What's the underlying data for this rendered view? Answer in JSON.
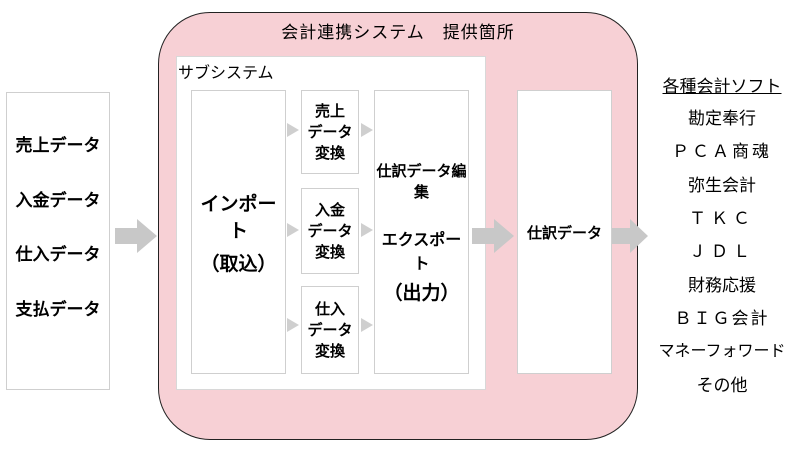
{
  "diagram": {
    "system_title": "会計連携システム　提供箇所",
    "subsystem_label": "サブシステム",
    "source_items": [
      "売上データ",
      "入金データ",
      "仕入データ",
      "支払データ"
    ],
    "import_box": {
      "line1": "インポート",
      "line2": "（取込）"
    },
    "convert_boxes": [
      {
        "line1": "売上",
        "line2": "データ",
        "line3": "変換"
      },
      {
        "line1": "入金",
        "line2": "データ",
        "line3": "変換"
      },
      {
        "line1": "仕入",
        "line2": "データ",
        "line3": "変換"
      }
    ],
    "edit_box": {
      "line1": "仕訳データ編集",
      "line2": "エクスポート",
      "line3": "（出力）"
    },
    "output_box": "仕訳データ",
    "software": {
      "heading": "各種会計ソフト",
      "items": [
        "勘定奉行",
        "ＰＣＡ商魂",
        "弥生会計",
        "ＴＫＣ",
        "ＪＤＬ",
        "財務応援",
        "ＢＩＧ会計",
        "マネーフォワード",
        "その他"
      ]
    },
    "colors": {
      "pink_area": "#f7d0d5",
      "arrow": "#c8c8c8"
    }
  }
}
